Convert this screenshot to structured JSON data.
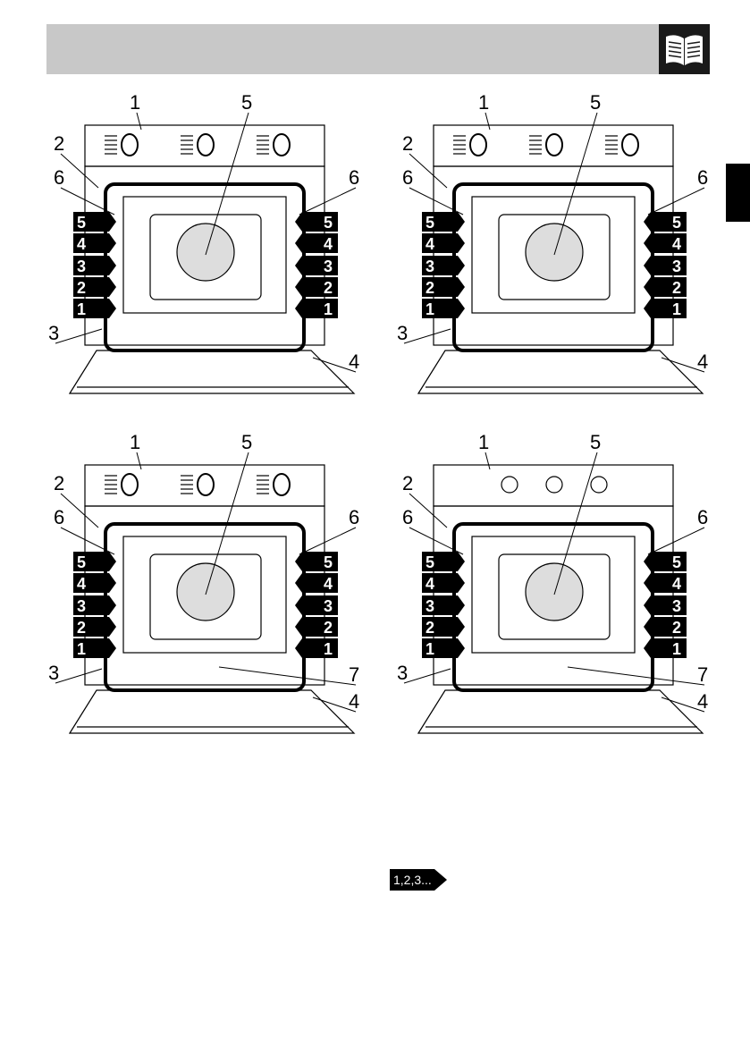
{
  "header": {
    "icon": "book-icon"
  },
  "side_tab": {
    "color": "#000000"
  },
  "figures": [
    {
      "name": "oven-figure-1",
      "callouts": {
        "c1": "1",
        "c2": "2",
        "c3": "3",
        "c4": "4",
        "c5": "5",
        "c6l": "6",
        "c6r": "6"
      },
      "shelves": [
        "5",
        "4",
        "3",
        "2",
        "1"
      ]
    },
    {
      "name": "oven-figure-2",
      "callouts": {
        "c1": "1",
        "c2": "2",
        "c3": "3",
        "c4": "4",
        "c5": "5",
        "c6l": "6",
        "c6r": "6"
      },
      "shelves": [
        "5",
        "4",
        "3",
        "2",
        "1"
      ]
    },
    {
      "name": "oven-figure-3",
      "callouts": {
        "c1": "1",
        "c2": "2",
        "c3": "3",
        "c4": "4",
        "c5": "5",
        "c6l": "6",
        "c6r": "6",
        "c7": "7"
      },
      "shelves": [
        "5",
        "4",
        "3",
        "2",
        "1"
      ]
    },
    {
      "name": "oven-figure-4",
      "callouts": {
        "c1": "1",
        "c2": "2",
        "c3": "3",
        "c4": "4",
        "c5": "5",
        "c6l": "6",
        "c6r": "6",
        "c7": "7"
      },
      "shelves": [
        "5",
        "4",
        "3",
        "2",
        "1"
      ]
    }
  ],
  "reference_badge": {
    "label": "1,2,3..."
  }
}
